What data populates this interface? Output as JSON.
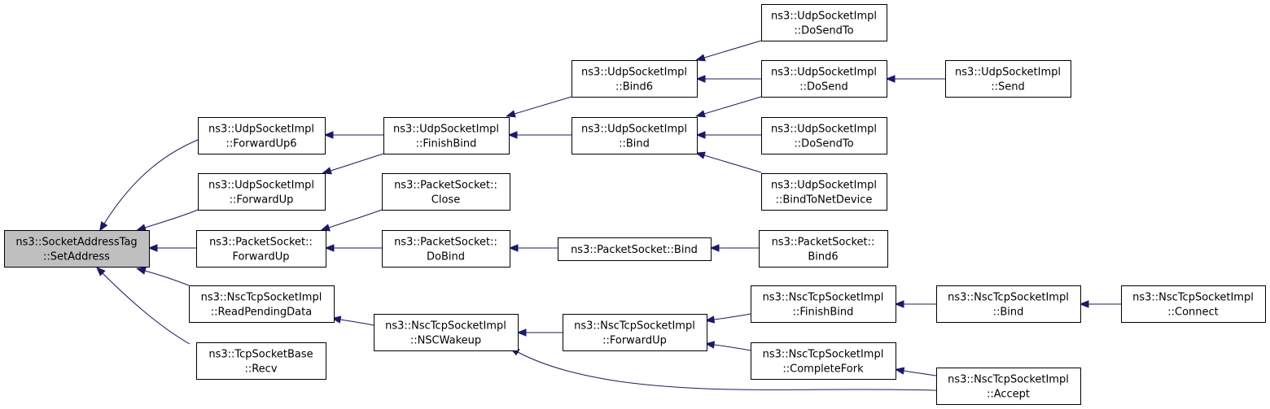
{
  "diagram": {
    "nodes": [
      {
        "id": "root",
        "lines": [
          "ns3::SocketAddressTag",
          "::SetAddress"
        ],
        "highlight": true
      },
      {
        "id": "udp_forwardup6",
        "lines": [
          "ns3::UdpSocketImpl",
          "::ForwardUp6"
        ]
      },
      {
        "id": "udp_forwardup",
        "lines": [
          "ns3::UdpSocketImpl",
          "::ForwardUp"
        ]
      },
      {
        "id": "pkt_forwardup",
        "lines": [
          "ns3::PacketSocket::",
          "ForwardUp"
        ]
      },
      {
        "id": "nsc_readpending",
        "lines": [
          "ns3::NscTcpSocketImpl",
          "::ReadPendingData"
        ]
      },
      {
        "id": "tcp_recv",
        "lines": [
          "ns3::TcpSocketBase",
          "::Recv"
        ]
      },
      {
        "id": "udp_finishbind",
        "lines": [
          "ns3::UdpSocketImpl",
          "::FinishBind"
        ]
      },
      {
        "id": "pkt_close",
        "lines": [
          "ns3::PacketSocket::",
          "Close"
        ]
      },
      {
        "id": "pkt_dobind",
        "lines": [
          "ns3::PacketSocket::",
          "DoBind"
        ]
      },
      {
        "id": "nsc_wakeup",
        "lines": [
          "ns3::NscTcpSocketImpl",
          "::NSCWakeup"
        ]
      },
      {
        "id": "udp_bind6",
        "lines": [
          "ns3::UdpSocketImpl",
          "::Bind6"
        ]
      },
      {
        "id": "udp_bind",
        "lines": [
          "ns3::UdpSocketImpl",
          "::Bind"
        ]
      },
      {
        "id": "pkt_bind",
        "lines": [
          "ns3::PacketSocket::Bind"
        ]
      },
      {
        "id": "nsc_forwardup",
        "lines": [
          "ns3::NscTcpSocketImpl",
          "::ForwardUp"
        ]
      },
      {
        "id": "udp_dosendto_a",
        "lines": [
          "ns3::UdpSocketImpl",
          "::DoSendTo"
        ]
      },
      {
        "id": "udp_dosend",
        "lines": [
          "ns3::UdpSocketImpl",
          "::DoSend"
        ]
      },
      {
        "id": "udp_dosendto_b",
        "lines": [
          "ns3::UdpSocketImpl",
          "::DoSendTo"
        ]
      },
      {
        "id": "udp_bindtonetdevice",
        "lines": [
          "ns3::UdpSocketImpl",
          "::BindToNetDevice"
        ]
      },
      {
        "id": "pkt_bind6",
        "lines": [
          "ns3::PacketSocket::",
          "Bind6"
        ]
      },
      {
        "id": "nsc_finishbind",
        "lines": [
          "ns3::NscTcpSocketImpl",
          "::FinishBind"
        ]
      },
      {
        "id": "nsc_completefork",
        "lines": [
          "ns3::NscTcpSocketImpl",
          "::CompleteFork"
        ]
      },
      {
        "id": "udp_send",
        "lines": [
          "ns3::UdpSocketImpl",
          "::Send"
        ]
      },
      {
        "id": "nsc_bind",
        "lines": [
          "ns3::NscTcpSocketImpl",
          "::Bind"
        ]
      },
      {
        "id": "nsc_accept",
        "lines": [
          "ns3::NscTcpSocketImpl",
          "::Accept"
        ]
      },
      {
        "id": "nsc_connect",
        "lines": [
          "ns3::NscTcpSocketImpl",
          "::Connect"
        ]
      }
    ],
    "edges": [
      {
        "from": "udp_forwardup6",
        "to": "root"
      },
      {
        "from": "udp_forwardup",
        "to": "root"
      },
      {
        "from": "pkt_forwardup",
        "to": "root"
      },
      {
        "from": "nsc_readpending",
        "to": "root"
      },
      {
        "from": "tcp_recv",
        "to": "root"
      },
      {
        "from": "udp_finishbind",
        "to": "udp_forwardup6"
      },
      {
        "from": "udp_finishbind",
        "to": "udp_forwardup"
      },
      {
        "from": "pkt_close",
        "to": "pkt_forwardup"
      },
      {
        "from": "pkt_dobind",
        "to": "pkt_forwardup"
      },
      {
        "from": "nsc_wakeup",
        "to": "nsc_readpending"
      },
      {
        "from": "udp_bind6",
        "to": "udp_finishbind"
      },
      {
        "from": "udp_bind",
        "to": "udp_finishbind"
      },
      {
        "from": "pkt_bind",
        "to": "pkt_dobind"
      },
      {
        "from": "nsc_forwardup",
        "to": "nsc_wakeup"
      },
      {
        "from": "udp_dosendto_a",
        "to": "udp_bind6"
      },
      {
        "from": "udp_dosend",
        "to": "udp_bind6"
      },
      {
        "from": "udp_dosend",
        "to": "udp_bind"
      },
      {
        "from": "udp_dosendto_b",
        "to": "udp_bind"
      },
      {
        "from": "udp_bindtonetdevice",
        "to": "udp_bind"
      },
      {
        "from": "pkt_bind6",
        "to": "pkt_bind"
      },
      {
        "from": "nsc_finishbind",
        "to": "nsc_forwardup"
      },
      {
        "from": "nsc_completefork",
        "to": "nsc_forwardup"
      },
      {
        "from": "udp_send",
        "to": "udp_dosend"
      },
      {
        "from": "nsc_bind",
        "to": "nsc_finishbind"
      },
      {
        "from": "nsc_accept",
        "to": "nsc_completefork"
      },
      {
        "from": "nsc_accept",
        "to": "nsc_wakeup"
      },
      {
        "from": "nsc_connect",
        "to": "nsc_bind"
      }
    ],
    "colors": {
      "edge": "#191970",
      "node_border": "#000000",
      "node_fill": "#ffffff",
      "root_fill": "#bfbfbf"
    }
  }
}
